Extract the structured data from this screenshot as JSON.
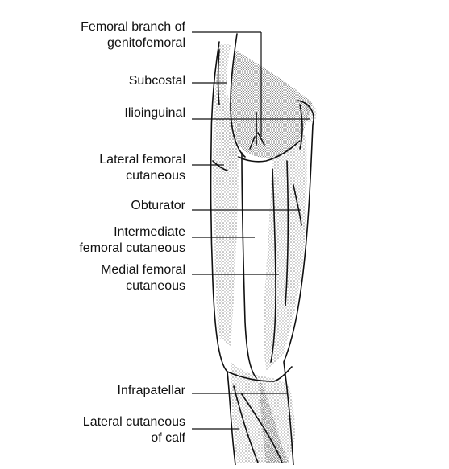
{
  "labels": [
    {
      "id": "femoral_branch",
      "lines": [
        "Femoral branch of",
        "genitofemoral"
      ]
    },
    {
      "id": "subcostal",
      "lines": [
        "Subcostal"
      ]
    },
    {
      "id": "ilioinguinal",
      "lines": [
        "Ilioinguinal"
      ]
    },
    {
      "id": "lateral_femoral",
      "lines": [
        "Lateral femoral",
        "cutaneous"
      ]
    },
    {
      "id": "obturator",
      "lines": [
        "Obturator"
      ]
    },
    {
      "id": "intermediate_femoral",
      "lines": [
        "Intermediate",
        "femoral cutaneous"
      ]
    },
    {
      "id": "medial_femoral",
      "lines": [
        "Medial femoral",
        "cutaneous"
      ]
    },
    {
      "id": "infrapatellar",
      "lines": [
        "Infrapatellar"
      ]
    },
    {
      "id": "lateral_calf",
      "lines": [
        "Lateral cutaneous",
        "of calf"
      ]
    }
  ],
  "colors": {
    "ink": "#111111",
    "stipple": "#9a9a9a",
    "paper": "#ffffff"
  }
}
